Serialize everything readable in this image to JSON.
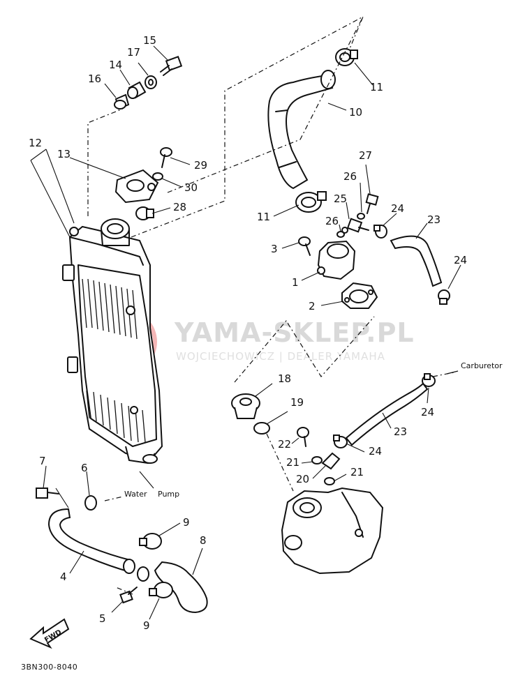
{
  "watermark": {
    "brand": "YAMA-SKLEP.PL",
    "dealer": "WOJCIECHOWICZ | DEALER YAMAHA",
    "logo_color": "#e03030"
  },
  "callouts": {
    "n1": "1",
    "n2": "2",
    "n3": "3",
    "n4": "4",
    "n5": "5",
    "n6": "6",
    "n7": "7",
    "n8": "8",
    "n9a": "9",
    "n9b": "9",
    "n10": "10",
    "n11a": "11",
    "n11b": "11",
    "n12": "12",
    "n13": "13",
    "n14": "14",
    "n15": "15",
    "n16": "16",
    "n17": "17",
    "n18": "18",
    "n19": "19",
    "n20": "20",
    "n21a": "21",
    "n21b": "21",
    "n22": "22",
    "n23a": "23",
    "n23b": "23",
    "n24a": "24",
    "n24b": "24",
    "n24c": "24",
    "n24d": "24",
    "n25": "25",
    "n26a": "26",
    "n26b": "26",
    "n27": "27",
    "n28": "28",
    "n29": "29",
    "n30": "30"
  },
  "notes": {
    "carburetor": "Carburetor",
    "water": "Water",
    "pump": "Pump",
    "fwd": "FWD"
  },
  "diagram_code": "3BN300-8040",
  "colors": {
    "ink": "#111111",
    "watermark": "#d9d9d9"
  }
}
